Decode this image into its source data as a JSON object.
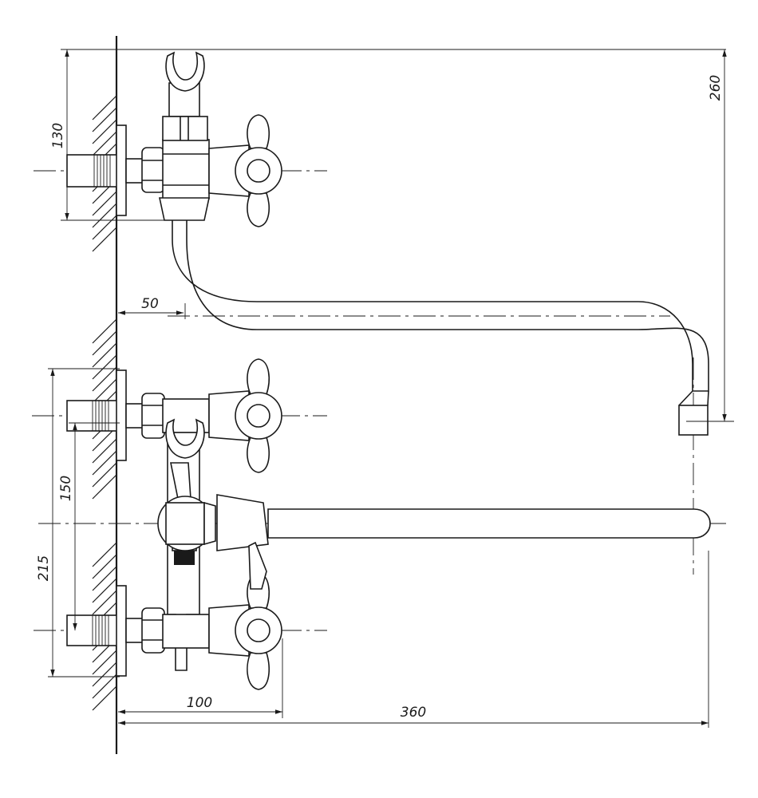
{
  "dimensions": {
    "d130": "130",
    "d260": "260",
    "d50": "50",
    "d150": "150",
    "d215": "215",
    "d100": "100",
    "d360": "360"
  }
}
